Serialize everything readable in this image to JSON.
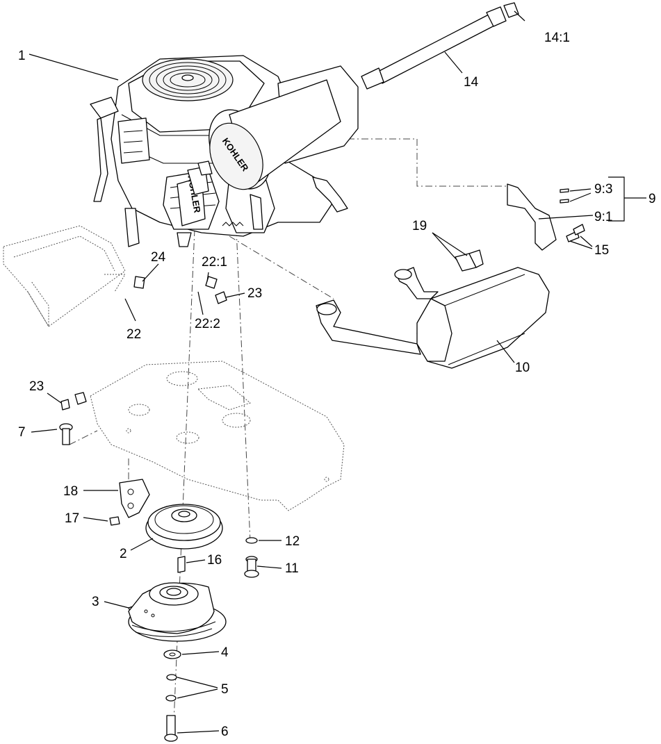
{
  "brand": {
    "engine": "KOHLER",
    "valve_cover": "KOHLER"
  },
  "callouts": {
    "c1": "1",
    "c2": "2",
    "c3": "3",
    "c4": "4",
    "c5": "5",
    "c6": "6",
    "c7": "7",
    "c9": "9",
    "c9_1": "9:1",
    "c9_3": "9:3",
    "c10": "10",
    "c11": "11",
    "c12": "12",
    "c14": "14",
    "c14_1": "14:1",
    "c15": "15",
    "c16": "16",
    "c17": "17",
    "c18": "18",
    "c19": "19",
    "c22": "22",
    "c22_1": "22:1",
    "c22_2": "22:2",
    "c23a": "23",
    "c23b": "23",
    "c24": "24"
  }
}
